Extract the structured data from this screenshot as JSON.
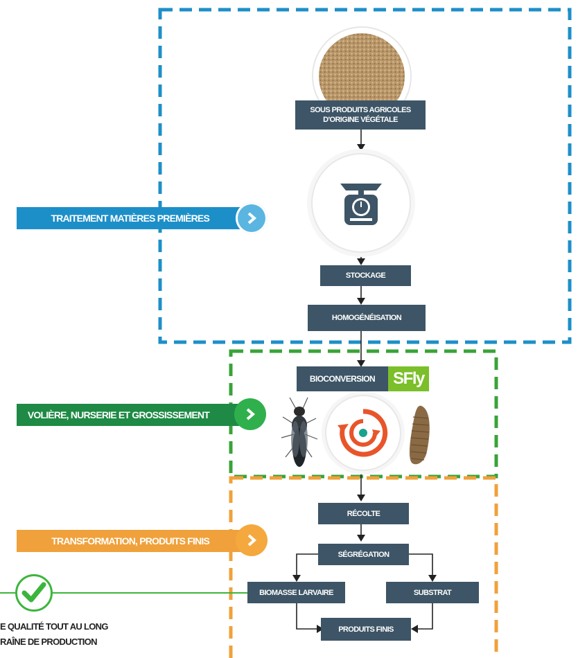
{
  "colors": {
    "blue": "#1d8fc8",
    "green": "#3aa33a",
    "orange": "#f0a13b",
    "box": "#3d5566",
    "sfly": "#7bbf2a",
    "quality_green": "#3cb53c"
  },
  "steps": {
    "raw_material": "SOUS PRODUITS AGRICOLES D'ORIGINE VÉGÉTALE",
    "stockage": "STOCKAGE",
    "homogenisation": "HOMOGÉNÉISATION",
    "bioconversion": "BIOCONVERSION",
    "sfly": "SFly",
    "recolte": "RÉCOLTE",
    "segregation": "SÉGRÉGATION",
    "biomasse": "BIOMASSE LARVAIRE",
    "substrat": "SUBSTRAT",
    "produits_finis": "PRODUITS FINIS"
  },
  "banners": {
    "traitement": "TRAITEMENT MATIÈRES PREMIÈRES",
    "voliere": "VOLIÈRE, NURSERIE ET GROSSISSEMENT",
    "transformation": "TRANSFORMATION, PRODUITS FINIS"
  },
  "quality": {
    "line1": "E QUALITÉ TOUT AU LONG",
    "line2": "RAÎNE DE PRODUCTION"
  },
  "icons": [
    "check-icon",
    "chevron-right-icon",
    "scale-icon",
    "cycle-icon",
    "fly-icon",
    "larva-icon",
    "grain-icon"
  ]
}
